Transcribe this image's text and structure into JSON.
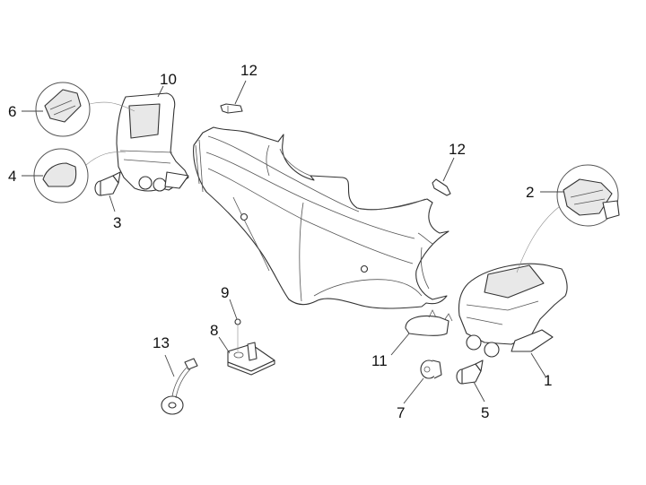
{
  "diagram": {
    "type": "exploded-parts-view",
    "subject": "handlebar cover with switch assemblies",
    "colors": {
      "background": "#ffffff",
      "line": "#333333",
      "label": "#111111"
    },
    "callouts": [
      {
        "id": "1",
        "label": "1"
      },
      {
        "id": "2",
        "label": "2"
      },
      {
        "id": "3",
        "label": "3"
      },
      {
        "id": "4",
        "label": "4"
      },
      {
        "id": "5",
        "label": "5"
      },
      {
        "id": "6",
        "label": "6"
      },
      {
        "id": "7",
        "label": "7"
      },
      {
        "id": "8",
        "label": "8"
      },
      {
        "id": "9",
        "label": "9"
      },
      {
        "id": "10",
        "label": "10"
      },
      {
        "id": "11",
        "label": "11"
      },
      {
        "id": "12a",
        "label": "12"
      },
      {
        "id": "12b",
        "label": "12"
      },
      {
        "id": "13",
        "label": "13"
      }
    ]
  }
}
